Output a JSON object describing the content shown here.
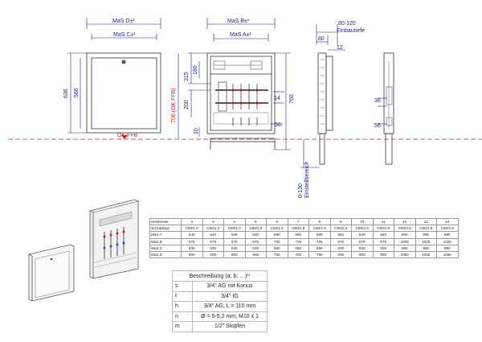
{
  "front": {
    "mas_d": "MaS D±¹",
    "mas_c": "MaS C±¹",
    "h1": "636",
    "h2": "566"
  },
  "center": {
    "mas_b": "MaS B±¹",
    "mas_a": "MaS A±¹",
    "d315": "315",
    "d180": "180",
    "d200": "200",
    "d10": "10",
    "d14": "14",
    "d56": "56",
    "d760": "760",
    "okffb_v": "706 (OK FFB)",
    "okffb": "OK FFB"
  },
  "side": {
    "d80": "80",
    "d80_120": "80-120",
    "einbautiefe": "Einbautiefe",
    "d12": "12",
    "adjust": "0-130",
    "einstellbereich": "Einstellbereich"
  },
  "detail": {
    "d36": "36",
    "d56": "56"
  },
  "spec_table": {
    "rows": [
      [
        "Heizkreise",
        "2",
        "3",
        "4",
        "5",
        "6",
        "7",
        "8",
        "9",
        "10",
        "11",
        "12",
        "13",
        "14"
      ],
      [
        "Schranktyp",
        "C80/1.0",
        "C80/1.0",
        "C80/1.0",
        "C80/1.0",
        "C80/1.5",
        "C80/1.5",
        "C80/1.5",
        "C80/2.0",
        "C80/2.0",
        "C80/2.0",
        "C80/2.5",
        "C80/2.5",
        "C80/2.5"
      ],
      [
        "MaS A",
        "540",
        "540",
        "540",
        "540",
        "690",
        "690",
        "690",
        "840",
        "840",
        "840",
        "990",
        "990",
        "990"
      ],
      [
        "MaS B",
        "575",
        "575",
        "575",
        "575",
        "725",
        "725",
        "725",
        "875",
        "875",
        "875",
        "1025",
        "1025",
        "1025"
      ],
      [
        "MaS C",
        "530",
        "530",
        "530",
        "530",
        "680",
        "680",
        "680",
        "830",
        "830",
        "830",
        "980",
        "980",
        "980"
      ],
      [
        "MaS D",
        "600",
        "600",
        "600",
        "600",
        "750",
        "750",
        "750",
        "900",
        "900",
        "900",
        "1050",
        "1050",
        "1050"
      ]
    ]
  },
  "legend": {
    "title": "Beschreibung (a; b; …)¹⁾",
    "items": [
      {
        "k": "s",
        "v": "3/4\" AG mit Konus"
      },
      {
        "k": "f",
        "v": "3/4\" IG"
      },
      {
        "k": "h",
        "v": "3/4\" AG; L = 110 mm"
      },
      {
        "k": "n",
        "v": "Ø = 5-5,2 mm; M10 x 1"
      },
      {
        "k": "m",
        "v": "1/2\" Stopfen"
      }
    ]
  },
  "colors": {
    "dimension": "#1a1aa0",
    "ffb_line": "#d02020"
  }
}
